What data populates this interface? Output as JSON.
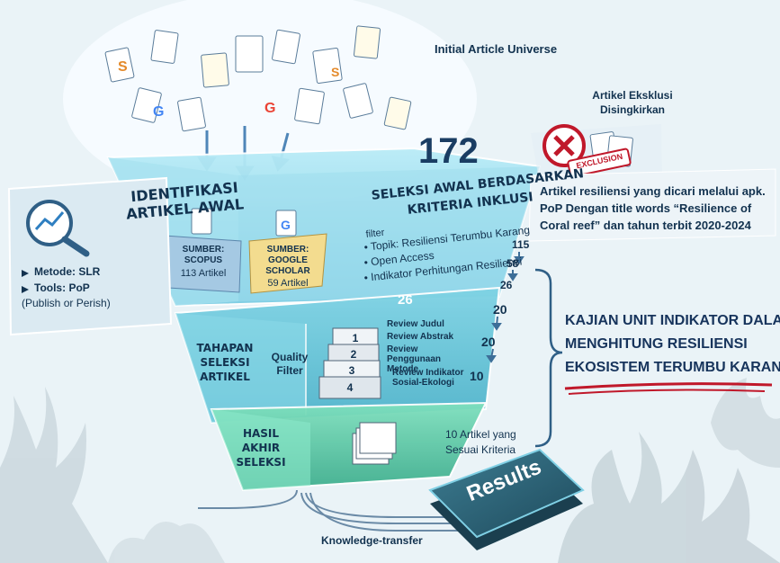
{
  "header": {
    "universe_label": "Initial Article Universe"
  },
  "exclusion": {
    "title_line1": "Artikel Eksklusi",
    "title_line2": "Disingkirkan",
    "stamp_label": "EXCLUSION"
  },
  "count_total": "172",
  "stage1": {
    "title_line1": "IDENTIFIKASI",
    "title_line2": "ARTIKEL AWAL",
    "source_scopus": {
      "line1": "SUMBER:",
      "line2": "SCOPUS",
      "count": "113 Artikel"
    },
    "source_scholar": {
      "line1": "SUMBER:",
      "line2": "GOOGLE",
      "line3": "SCHOLAR",
      "count": "59 Artikel"
    }
  },
  "method_panel": {
    "method": "Metode: SLR",
    "tools": "Tools: PoP",
    "tools_note": "(Publish or Perish)"
  },
  "selection": {
    "title_line1": "SELEKSI AWAL BERDASARKAN",
    "title_line2": "KRITERIA INKLUSI",
    "filter_label": "filter",
    "criteria": [
      "• Topik: Resiliensi Terumbu Karang",
      "• Open Access",
      "• Indikator Perhitungan Resiliensi"
    ],
    "counts": [
      "115",
      "58",
      "26"
    ]
  },
  "search_note": {
    "line1": "Artikel resiliensi yang dicari melalui apk.",
    "line2": "PoP Dengan title words “Resilience of",
    "line3": "Coral reef” dan tahun terbit 2020-2024"
  },
  "stage2": {
    "title_line1": "TAHAPAN",
    "title_line2": "SELEKSI",
    "title_line3": "ARTIKEL",
    "filter_line1": "Quality",
    "filter_line2": "Filter",
    "top_count": "26",
    "steps": [
      {
        "num": "1",
        "label": "Review Judul"
      },
      {
        "num": "2",
        "label": "Review Abstrak"
      },
      {
        "num": "3",
        "label": "Review Penggunaan Metode"
      },
      {
        "num": "4",
        "label": "Review Indikator Sosial-Ekologi"
      }
    ],
    "step_counts": [
      "20",
      "20",
      "10"
    ]
  },
  "stage3": {
    "title_line1": "HASIL",
    "title_line2": "AKHIR",
    "title_line3": "SELEKSI",
    "result_line1": "10 Artikel yang",
    "result_line2": "Sesuai Kriteria"
  },
  "focus": {
    "line1": "KAJIAN UNIT INDIKATOR DALAM",
    "line2": "MENGHITUNG RESILIENSI",
    "line3": "EKOSISTEM TERUMBU KARANG"
  },
  "output": {
    "results_label": "Results",
    "transfer_label": "Knowledge-transfer"
  },
  "colors": {
    "accent_red": "#c0182a",
    "navy": "#12324f",
    "funnel_top": "#8fd7ec",
    "funnel_mid": "#5fc1d6",
    "funnel_bottom": "#54c4a3",
    "results_box": "#2a5f74"
  },
  "icons": {
    "document": "document-icon",
    "search_chart": "magnifier-chart-icon",
    "exclusion": "x-mark-icon",
    "google": "google-icon",
    "results_platform": "results-platform-icon"
  }
}
